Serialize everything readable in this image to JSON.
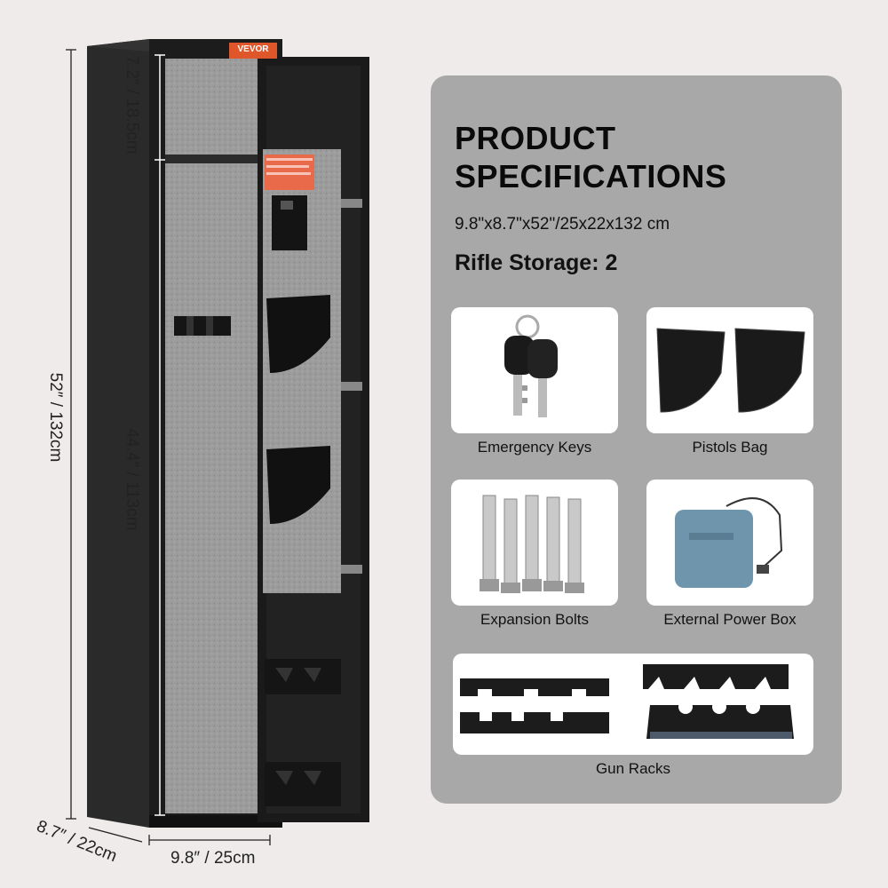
{
  "brand": "VEVOR",
  "dimensions": {
    "top_shelf": "7.2″ / 18.5cm",
    "total_height": "52″ / 132cm",
    "inner_height": "44.4″ / 113cm",
    "depth": "8.7″ / 22cm",
    "width": "9.8″ / 25cm"
  },
  "specs": {
    "title_line1": "PRODUCT",
    "title_line2": "SPECIFICATIONS",
    "size": "9.8\"x8.7\"x52\"/25x22x132 cm",
    "rifle_storage": "Rifle Storage: 2"
  },
  "accessories": [
    {
      "label": "Emergency Keys",
      "icon": "keys-icon"
    },
    {
      "label": "Pistols Bag",
      "icon": "pistol-bag-icon"
    },
    {
      "label": "Expansion Bolts",
      "icon": "bolts-icon"
    },
    {
      "label": "External Power Box",
      "icon": "power-box-icon"
    },
    {
      "label": "Gun Racks",
      "icon": "gun-rack-icon"
    }
  ],
  "colors": {
    "panel_bg": "#a8a8a8",
    "safe_body": "#1c1c1c",
    "felt": "#9a9a9a",
    "brand_label": "#e0562b",
    "power_box": "#6f95ad"
  }
}
